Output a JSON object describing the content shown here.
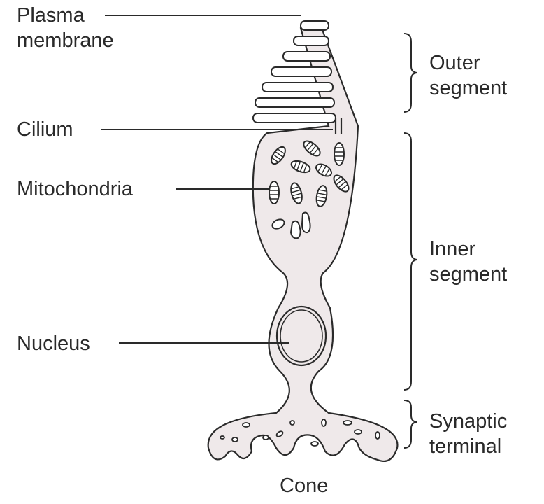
{
  "labels": {
    "plasma_membrane": "Plasma\nmembrane",
    "cilium": "Cilium",
    "mitochondria": "Mitochondria",
    "nucleus": "Nucleus",
    "outer_segment": "Outer\nsegment",
    "inner_segment": "Inner\nsegment",
    "synaptic_terminal": "Synaptic\nterminal",
    "caption": "Cone"
  },
  "colors": {
    "cell_fill": "#efe9ea",
    "outline": "#2a2a2a",
    "text": "#2a2a2a",
    "background": "#ffffff"
  }
}
